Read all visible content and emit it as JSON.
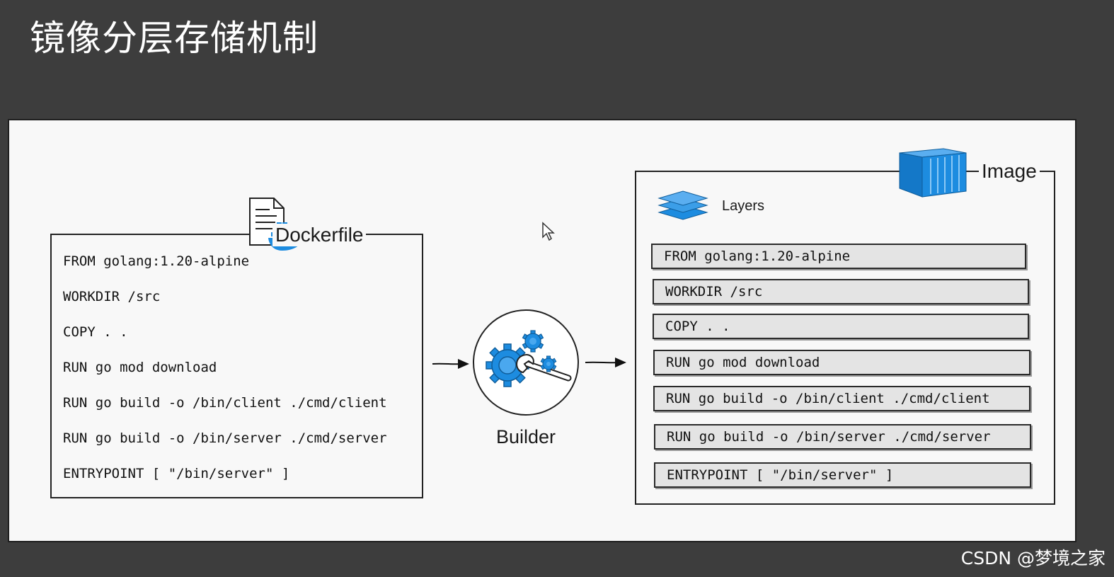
{
  "slide": {
    "title": "镜像分层存储机制",
    "watermark": "CSDN @梦境之家"
  },
  "dockerfile": {
    "label": "Dockerfile",
    "lines": [
      "FROM golang:1.20-alpine",
      "WORKDIR /src",
      "COPY . .",
      "RUN go mod download",
      "RUN go build -o /bin/client ./cmd/client",
      "RUN go build -o /bin/server ./cmd/server",
      "ENTRYPOINT [ \"/bin/server\" ]"
    ]
  },
  "builder": {
    "label": "Builder"
  },
  "image": {
    "label": "Image",
    "layers_label": "Layers",
    "layers": [
      "FROM golang:1.20-alpine",
      "WORKDIR /src",
      "COPY . .",
      "RUN go mod download",
      "RUN go build -o /bin/client ./cmd/client",
      "RUN go build -o /bin/server ./cmd/server",
      "ENTRYPOINT [ \"/bin/server\" ]"
    ]
  },
  "icons": {
    "document": "document-icon",
    "docker_whale": "docker-whale-icon",
    "gears": "gears-wrench-icon",
    "container": "shipping-container-icon",
    "layers": "layers-stack-icon",
    "cursor": "mouse-cursor-icon"
  },
  "colors": {
    "slide_bg": "#3d3d3d",
    "canvas_bg": "#f8f8f8",
    "docker_blue": "#1d8ce0",
    "layer_fill": "#e4e4e4"
  }
}
